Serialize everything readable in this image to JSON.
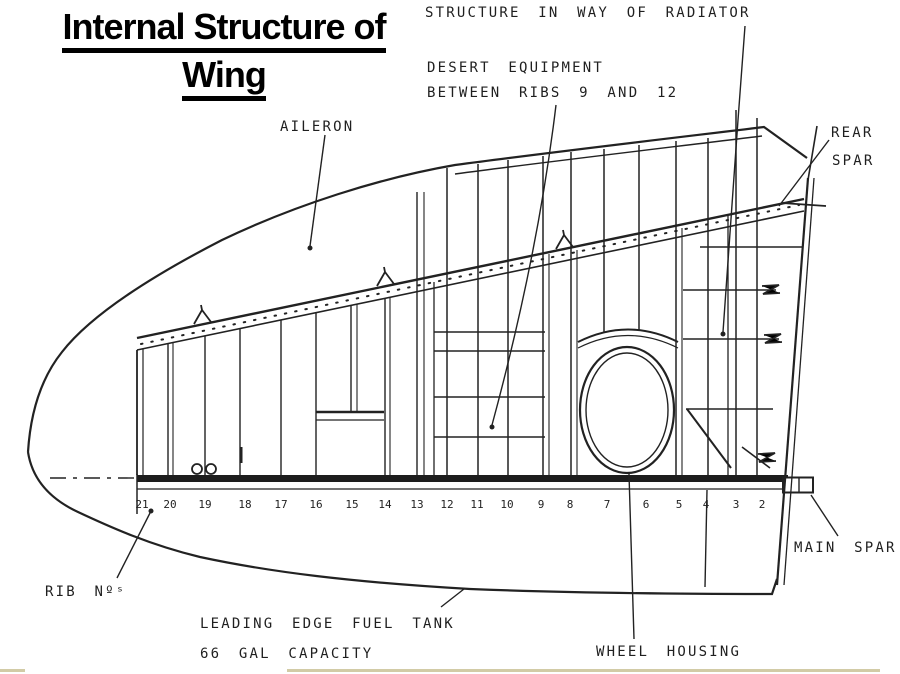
{
  "slide": {
    "title_line1": "Internal Structure of",
    "title_line2": "Wing"
  },
  "diagram": {
    "labels": {
      "radiator": "STRUCTURE IN WAY OF RADIATOR",
      "desert_equipment_line1": "DESERT EQUIPMENT",
      "desert_equipment_line2": "BETWEEN RIBS 9 AND 12",
      "aileron": "AILERON",
      "rear_spar_line1": "REAR",
      "rear_spar_line2": "SPAR",
      "main_spar": "MAIN SPAR",
      "rib_numbers_label": "RIB  Nºˢ",
      "fuel_tank_line1": "LEADING EDGE FUEL TANK",
      "fuel_tank_line2": "66 GAL CAPACITY",
      "wheel_housing": "WHEEL HOUSING"
    },
    "rib_numbers": [
      "21",
      "20",
      "19",
      "18",
      "17",
      "16",
      "15",
      "14",
      "13",
      "12",
      "11",
      "10",
      "9",
      "8",
      "7",
      "6",
      "5",
      "4",
      "3",
      "2"
    ],
    "colors": {
      "ink": "#1f1f1f",
      "paper": "#ffffff",
      "bottom_strip": "#d2cba6"
    }
  }
}
